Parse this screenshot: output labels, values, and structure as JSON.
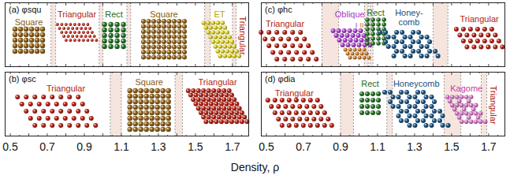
{
  "diagram": {
    "nodes": [
      {
        "text": [
          "(a) φsqu",
          "Square",
          "Triangular",
          "Rect",
          "Square",
          "ET",
          "Triangular"
        ]
      },
      {
        "text": [
          "(b) φsc",
          "Triangular",
          "Square",
          "Triangular"
        ]
      },
      {
        "text": [
          "(c) φhc",
          "Triangular",
          "Oblique",
          "I",
          "II",
          "Rect",
          "Honey-comb",
          "Triangular"
        ]
      },
      {
        "text": [
          "(d) φdia",
          "Triangular",
          "Rect",
          "Honeycomb",
          "Kagome",
          "Triangular"
        ]
      }
    ],
    "labels": [
      "0.5",
      "0.7",
      "0.9",
      "1.1",
      "1.3",
      "1.5",
      "1.7",
      "0.5",
      "0.7",
      "0.9",
      "1.1",
      "1.3",
      "1.5",
      "1.7",
      "Density, ρ"
    ]
  }
}
